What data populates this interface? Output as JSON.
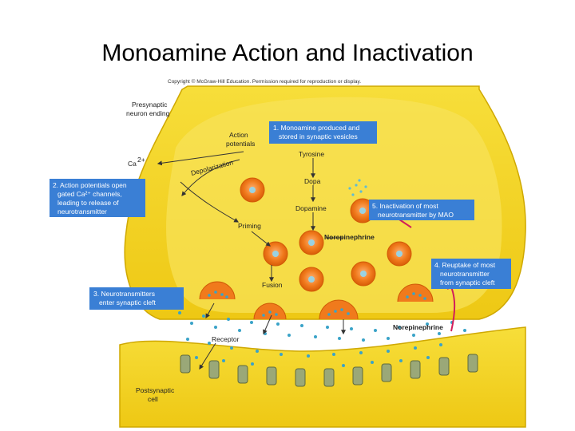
{
  "title": "Monoamine Action and Inactivation",
  "copyright": "Copyright © McGraw-Hill Education. Permission required for reproduction or display.",
  "labels": {
    "presynaptic": [
      "Presynaptic",
      "neuron ending"
    ],
    "action_potentials": [
      "Action",
      "potentials"
    ],
    "calcium": "Ca",
    "calcium_sup": "2+",
    "depolarization": "Depolarization",
    "tyrosine": "Tyrosine",
    "dopa": "Dopa",
    "dopamine": "Dopamine",
    "priming": "Priming",
    "norepinephrine_vesicle": "Norepinephrine",
    "fusion": "Fusion",
    "receptor": "Receptor",
    "norepinephrine_cleft": "Norepinephrine",
    "postsynaptic": [
      "Postsynaptic",
      "cell"
    ]
  },
  "steps": [
    {
      "lines": [
        "1. Monoamine produced and",
        "stored in synaptic vesicles"
      ]
    },
    {
      "lines": [
        "2. Action potentials open",
        "gated Ca²⁺ channels,",
        "leading to release of",
        "neurotransmitter"
      ]
    },
    {
      "lines": [
        "3. Neurotransmitters",
        "enter synaptic cleft"
      ]
    },
    {
      "lines": [
        "4. Reuptake of most",
        "neurotransmitter",
        "from synaptic cleft"
      ]
    },
    {
      "lines": [
        "5. Inactivation of most",
        "neurotransmitter by MAO"
      ]
    }
  ],
  "colors": {
    "neuron": "#f2d31b",
    "neuron_dark": "#d9b400",
    "vesicle": "#f07a1c",
    "step_box": "#3a7fd5",
    "neurotransmitter": "#3aa3c8",
    "reuptake_arrow": "#d21e5a"
  }
}
